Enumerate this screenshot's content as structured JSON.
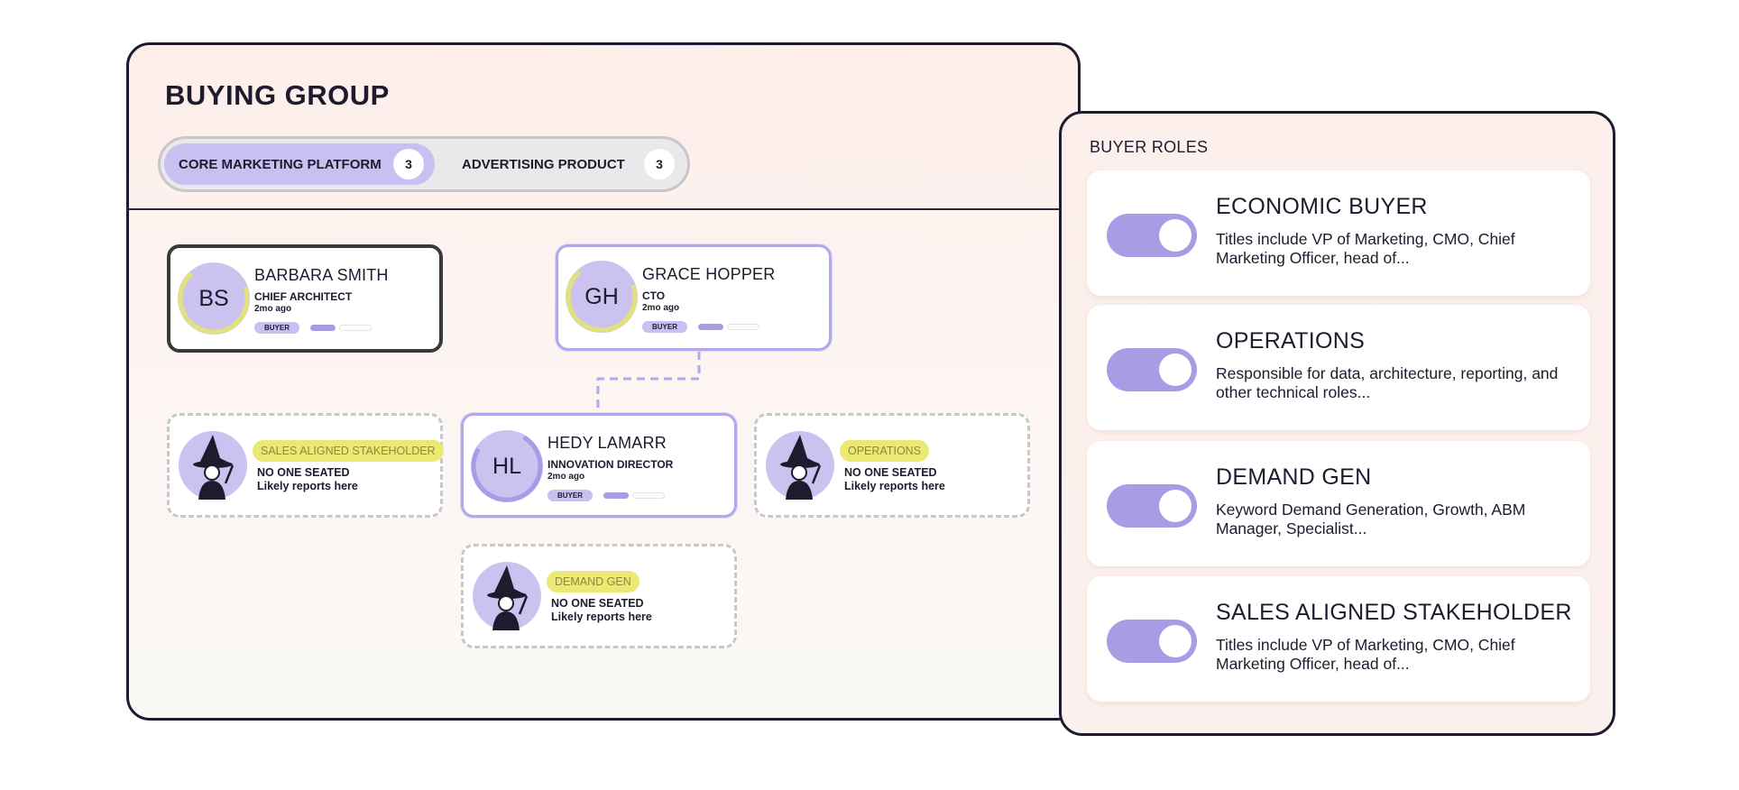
{
  "buying_group": {
    "title": "BUYING GROUP",
    "tabs": [
      {
        "label": "CORE MARKETING PLATFORM",
        "count": "3",
        "active": true
      },
      {
        "label": "ADVERTISING PRODUCT",
        "count": "3",
        "active": false
      }
    ],
    "people": [
      {
        "initials": "BS",
        "name": "BARBARA SMITH",
        "title": "CHIEF ARCHITECT",
        "time": "2mo ago",
        "badge": "BUYER"
      },
      {
        "initials": "GH",
        "name": "GRACE HOPPER",
        "title": "CTO",
        "time": "2mo ago",
        "badge": "BUYER"
      },
      {
        "initials": "HL",
        "name": "HEDY LAMARR",
        "title": "INNOVATION DIRECTOR",
        "time": "2mo ago",
        "badge": "BUYER"
      }
    ],
    "empty_seats": [
      {
        "role": "SALES ALIGNED STAKEHOLDER",
        "status": "NO ONE SEATED",
        "sub": "Likely reports here",
        "icon": "wizard-icon"
      },
      {
        "role": "OPERATIONS",
        "status": "NO ONE SEATED",
        "sub": "Likely reports here",
        "icon": "wizard-icon"
      },
      {
        "role": "DEMAND GEN",
        "status": "NO ONE SEATED",
        "sub": "Likely reports here",
        "icon": "wizard-icon"
      }
    ]
  },
  "buyer_roles": {
    "heading": "BUYER ROLES",
    "roles": [
      {
        "name": "ECONOMIC BUYER",
        "description": "Titles include VP of Marketing, CMO, Chief Marketing Officer, head of...",
        "enabled": true
      },
      {
        "name": "OPERATIONS",
        "description": "Responsible for data, architecture, reporting, and other technical roles...",
        "enabled": true
      },
      {
        "name": "DEMAND GEN",
        "description": "Keyword Demand Generation, Growth, ABM Manager, Specialist...",
        "enabled": true
      },
      {
        "name": "SALES ALIGNED STAKEHOLDER",
        "description": "Titles include VP of Marketing, CMO, Chief Marketing Officer, head of...",
        "enabled": true
      }
    ]
  },
  "colors": {
    "accent_purple": "#a99be4",
    "avatar_purple": "#cbc2ef",
    "role_yellow": "#ebe874",
    "ring_yellow": "#e3e27a",
    "ink": "#1e1b2e"
  }
}
